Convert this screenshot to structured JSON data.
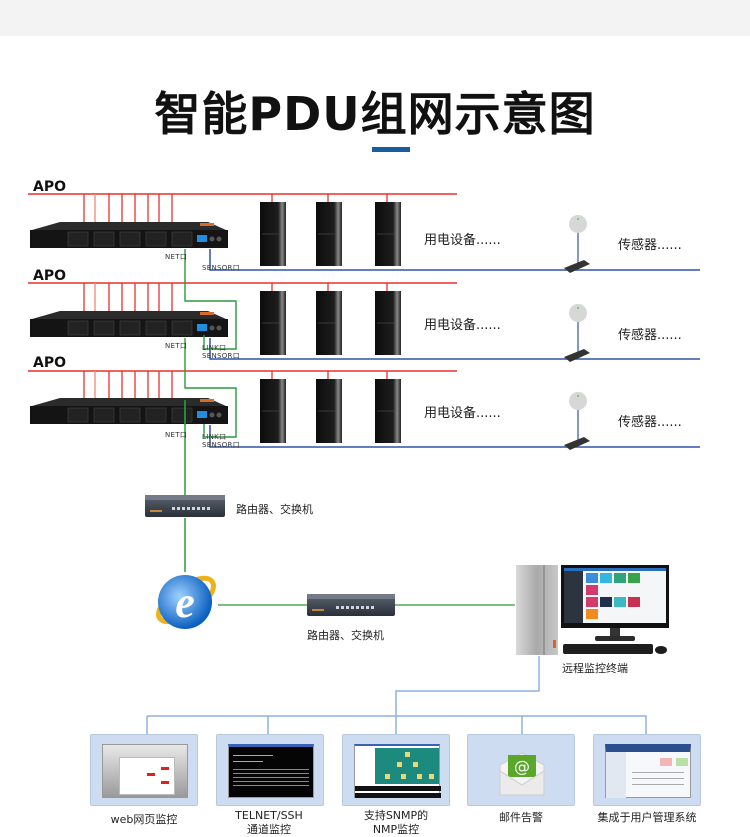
{
  "header": {
    "title": "智能PDU组网示意图",
    "accent_color": "#1a5d9c"
  },
  "colors": {
    "power_line": "#e8322c",
    "network_line": "#2a9a3a",
    "sensor_line": "#2f54a8",
    "tree_line": "#8fb2de",
    "card_bg": "#cddcf0"
  },
  "rows": [
    {
      "apo_label": "APO",
      "device_label": "用电设备......",
      "sensor_label": "传感器......",
      "net_port": "NET口",
      "sensor_port": "SENSOR口"
    },
    {
      "apo_label": "APO",
      "device_label": "用电设备......",
      "sensor_label": "传感器......",
      "net_port": "NET口",
      "link_port": "LINK口",
      "sensor_port": "SENSOR口"
    },
    {
      "apo_label": "APO",
      "device_label": "用电设备......",
      "sensor_label": "传感器......",
      "net_port": "NET口",
      "link_port": "LINK口",
      "sensor_port": "SENSOR口"
    }
  ],
  "network": {
    "switch_1_label": "路由器、交换机",
    "switch_2_label": "路由器、交换机",
    "browser_icon": "internet-explorer-icon",
    "terminal_label": "远程监控终端"
  },
  "monitoring": [
    {
      "label": "web网页监控",
      "icon": "web-page-icon"
    },
    {
      "label": "TELNET/SSH\n通道监控",
      "line1": "TELNET/SSH",
      "line2": "通道监控",
      "icon": "terminal-icon"
    },
    {
      "label": "支持SNMP的\nNMP监控",
      "line1": "支持SNMP的",
      "line2": "NMP监控",
      "icon": "snmp-topology-icon"
    },
    {
      "label": "邮件告警",
      "icon": "email-icon"
    },
    {
      "label": "集成于用户管理系统",
      "icon": "management-system-icon"
    }
  ]
}
